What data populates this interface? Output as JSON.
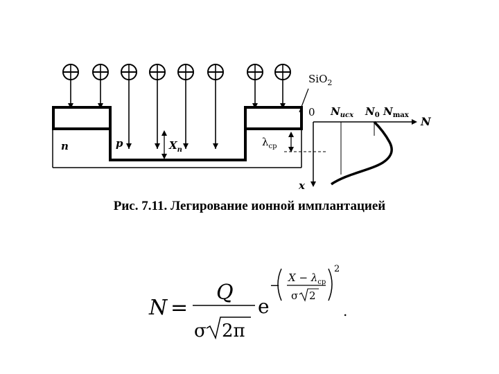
{
  "figure": {
    "labels": {
      "sio2_main": "SiO",
      "sio2_sub": "2",
      "n_region": "n",
      "p_region": "p",
      "xn_main": "X",
      "xn_sub": "n",
      "lambda_main": "λ",
      "lambda_sub": "ср",
      "origin": "0",
      "n_init_main": "N",
      "n_init_sub": "исх",
      "n0_main": "N",
      "n0_sub": "0",
      "nmax_main": "N",
      "nmax_sub": "max",
      "axis_n": "N",
      "axis_x": "x"
    },
    "ion_symbol": "⊕",
    "ion_count": 8
  },
  "caption": "Рис. 7.11. Легирование ионной имплантацией",
  "formula": {
    "lhs": "N",
    "equals": "=",
    "numerator": "Q",
    "sigma": "σ",
    "radicand": "2π",
    "exp_base": "e",
    "exp_minus": "−",
    "exp_num": "X − λ",
    "exp_num_sub": "ср",
    "exp_den_sigma": "σ",
    "exp_den_rad": "2",
    "exp_power": "2",
    "end_dot": "."
  }
}
